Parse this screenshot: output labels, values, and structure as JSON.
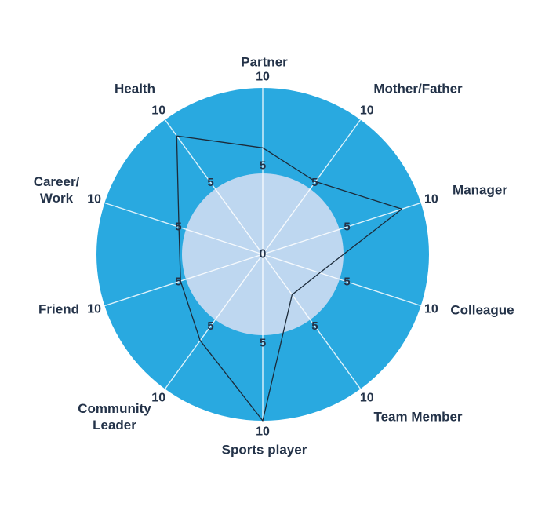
{
  "chart_data": {
    "type": "radar",
    "title": "",
    "categories": [
      "Partner",
      "Mother/Father",
      "Manager",
      "Colleague",
      "Team Member",
      "Sports player",
      "Community Leader",
      "Friend",
      "Career/Work",
      "Health"
    ],
    "category_display_lines": [
      [
        "Partner"
      ],
      [
        "Mother/Father"
      ],
      [
        "Manager"
      ],
      [
        "Colleague"
      ],
      [
        "Team Member"
      ],
      [
        "Sports player"
      ],
      [
        "Community",
        "Leader"
      ],
      [
        "Friend"
      ],
      [
        "Career/",
        "Work"
      ],
      [
        "Health"
      ]
    ],
    "values": [
      6.4,
      5.4,
      8.8,
      3.6,
      3.0,
      10,
      6.4,
      5.2,
      5.3,
      8.8
    ],
    "scale": {
      "min": 0,
      "mid": 5,
      "max": 10,
      "tick_labels": [
        "0",
        "5",
        "10"
      ]
    },
    "axes_count": 10,
    "grid": "two concentric discs with 10 radial spokes",
    "legend": "none",
    "colors": {
      "outer_disc": "#29A9E0",
      "inner_disc": "#BED7F0",
      "spoke_line": "#FFFFFF",
      "series_line": "#1C2B3A",
      "text": "#243349",
      "background": "#FFFFFF"
    }
  }
}
